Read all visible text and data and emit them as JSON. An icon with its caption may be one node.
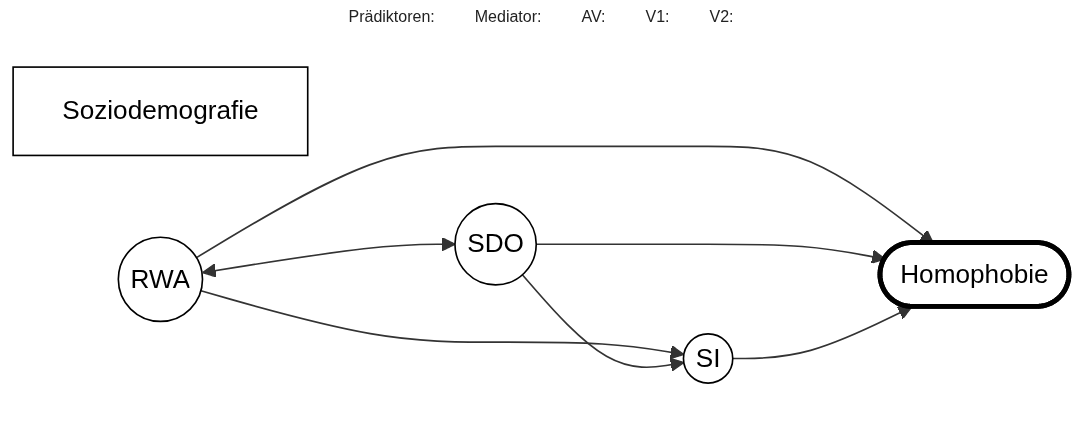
{
  "diagram": {
    "nodes": [
      {
        "text": [
          "Soziodemografie"
        ]
      },
      {
        "text": [
          "RWA"
        ]
      },
      {
        "text": [
          "SDO"
        ]
      },
      {
        "text": [
          "SI"
        ]
      },
      {
        "text": [
          "Homophobie"
        ]
      }
    ],
    "edges": [
      {
        "from": 1,
        "to": 2,
        "arrow": "both"
      },
      {
        "from": 1,
        "to": 4,
        "arrow": "to"
      },
      {
        "from": 1,
        "to": 3,
        "arrow": "to"
      },
      {
        "from": 2,
        "to": 3,
        "arrow": "to"
      },
      {
        "from": 2,
        "to": 4,
        "arrow": "to"
      },
      {
        "from": 3,
        "to": 4,
        "arrow": "to"
      }
    ],
    "labels": [
      "Prädiktoren:",
      "Mediator:",
      "AV:",
      "V1:",
      "V2:"
    ]
  }
}
